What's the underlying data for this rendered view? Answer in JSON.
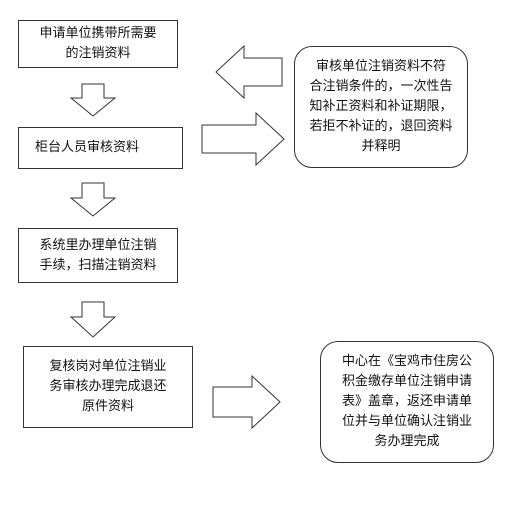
{
  "steps": [
    "申请单位携带所需要\n的注销资料",
    "柜台人员审核资料",
    "系统里办理单位注销\n手续，扫描注销资料",
    "复核岗对单位注销业\n务审核办理完成退还\n原件资料"
  ],
  "notes": {
    "reject": "审核单位注销资料不符\n合注销条件的，一次性告\n知补正资料和补证期限，\n若拒不补证的，退回资料\n并释明",
    "final": "中心在《宝鸡市住房公\n积金缴存单位注销申请\n表》盖章，返还申请单\n位并与单位确认注销业\n务办理完成"
  }
}
